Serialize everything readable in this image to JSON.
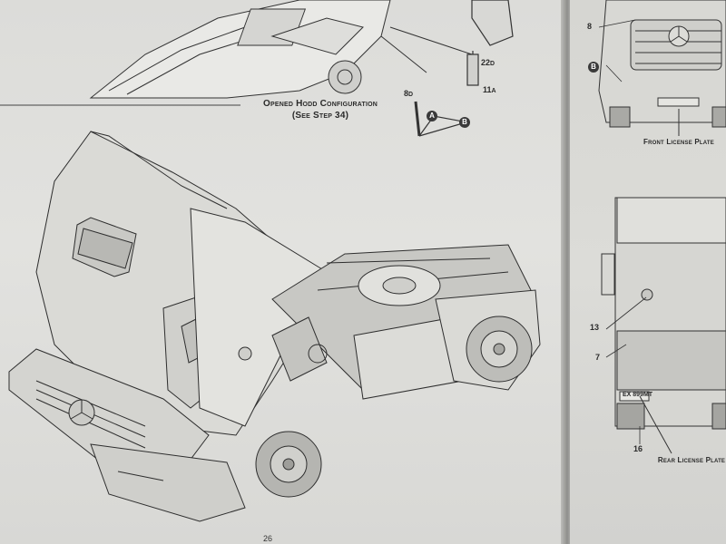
{
  "captions": {
    "opened_hood_line1": "Opened Hodd Configuration",
    "opened_hood_line2": "(See Step 34)",
    "front_license_plate": "Front License Plate",
    "rear_license_plate": "Rear License Plate"
  },
  "part_numbers": {
    "p22": "22",
    "p22_suffix": "D",
    "p11": "11",
    "p11_suffix": "A",
    "p8d": "8",
    "p8d_suffix": "D",
    "p8": "8",
    "p13": "13",
    "p7": "7",
    "p16": "16"
  },
  "badges": {
    "a": "A",
    "b": "B",
    "b_front": "B"
  },
  "plate_text": "EX 899MT",
  "page_number": "26"
}
